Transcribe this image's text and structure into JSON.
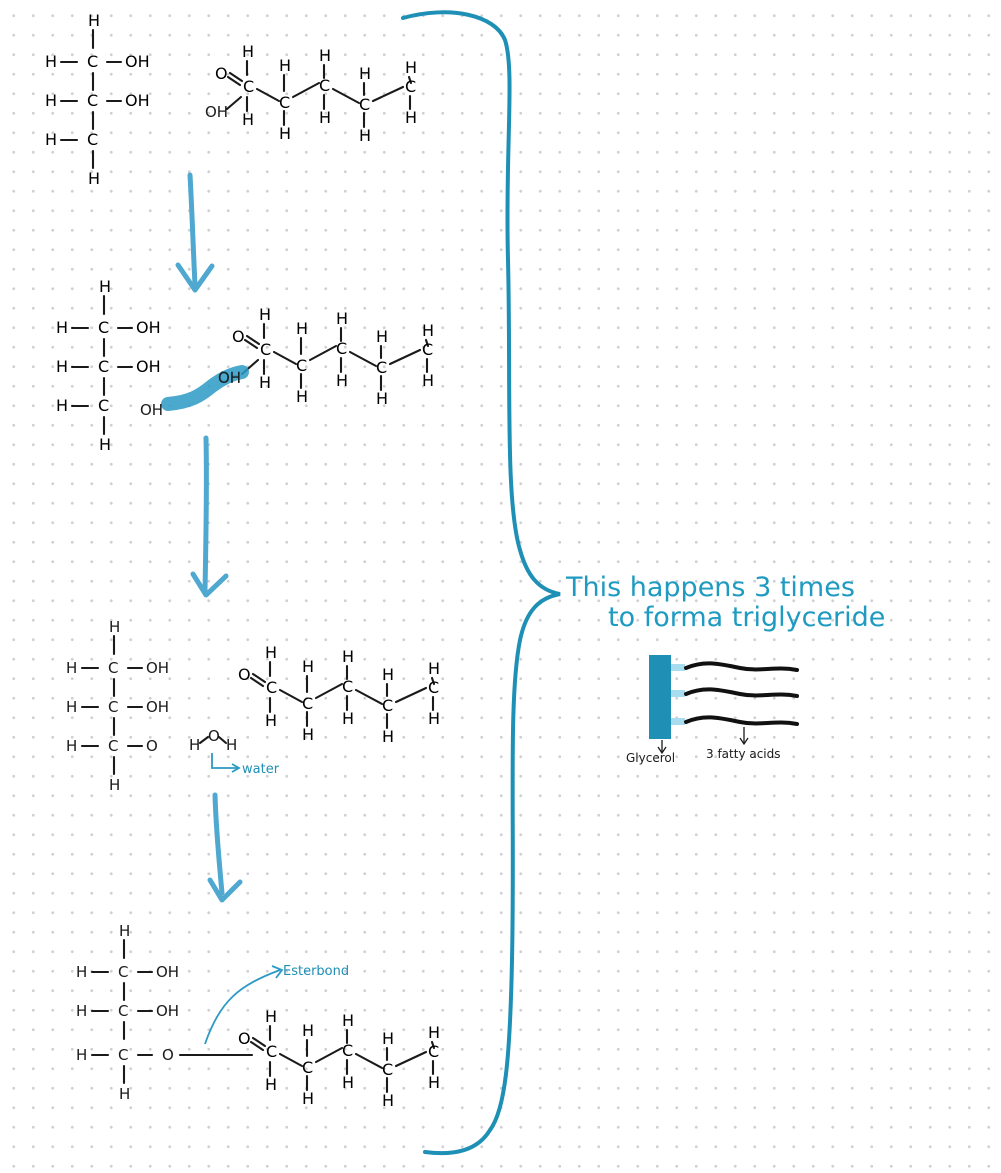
{
  "atoms": {
    "h": "H",
    "c": "C",
    "o": "O",
    "oh": "OH",
    "bondL": "H-C-",
    "bondLOH": "H-C-OH"
  },
  "labels": {
    "water": "water",
    "ester_bond": "Esterbond",
    "caption_line1": "This happens 3 times",
    "caption_line2": "to forma triglyceride",
    "glycerol": "Glycerol",
    "fatty_acids": "3 fatty acids"
  },
  "colors": {
    "accent": "#1f9ac0",
    "arrow": "#4fa8cf",
    "ink": "#1a1a1a"
  }
}
